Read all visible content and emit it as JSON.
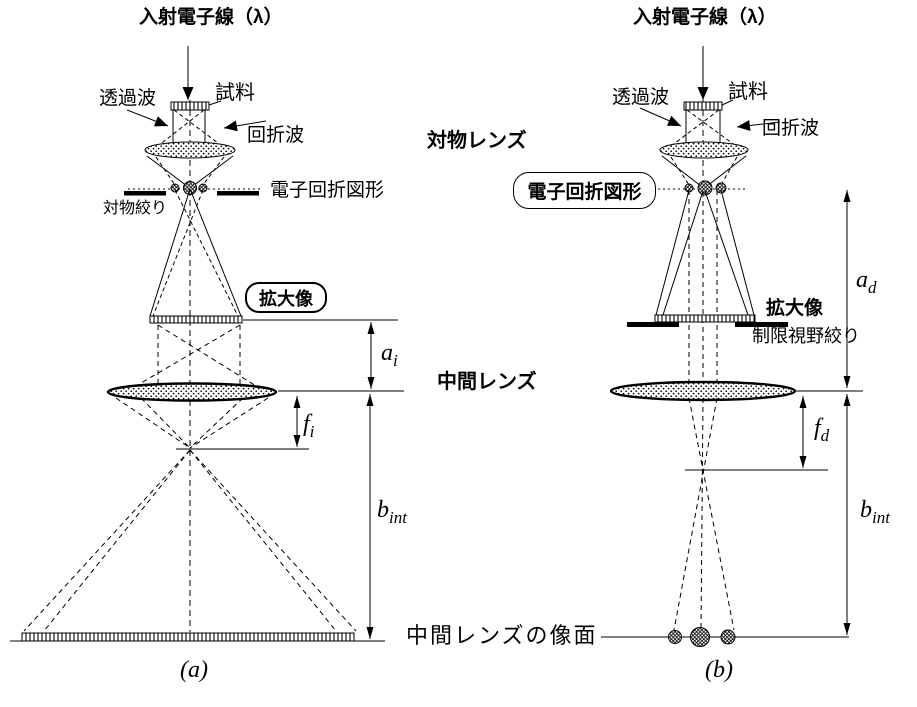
{
  "labels": {
    "left": {
      "incident_beam": "入射電子線（λ）",
      "transmitted_wave": "透過波",
      "specimen": "試料",
      "diffracted_wave": "回折波",
      "objective_aperture": "対物絞り",
      "diffraction_pattern": "電子回折図形",
      "magnified_image": "拡大像",
      "dim_a": {
        "base": "a",
        "sub": "i"
      },
      "dim_f": {
        "base": "f",
        "sub": "i"
      },
      "dim_b": {
        "base": "b",
        "sub": "int"
      },
      "caption": "(a)"
    },
    "center": {
      "objective_lens": "対物レンズ",
      "intermediate_lens": "中間レンズ",
      "intermediate_image_plane": "中間レンズの像面"
    },
    "right": {
      "incident_beam": "入射電子線（λ）",
      "transmitted_wave": "透過波",
      "specimen": "試料",
      "diffracted_wave": "回折波",
      "diffraction_pattern": "電子回折図形",
      "magnified_image": "拡大像",
      "selected_area_aperture": "制限視野絞り",
      "dim_a": {
        "base": "a",
        "sub": "d"
      },
      "dim_f": {
        "base": "f",
        "sub": "d"
      },
      "dim_b": {
        "base": "b",
        "sub": "int"
      },
      "caption": "(b)"
    }
  },
  "colors": {
    "ink": "#000000",
    "background": "#ffffff"
  }
}
